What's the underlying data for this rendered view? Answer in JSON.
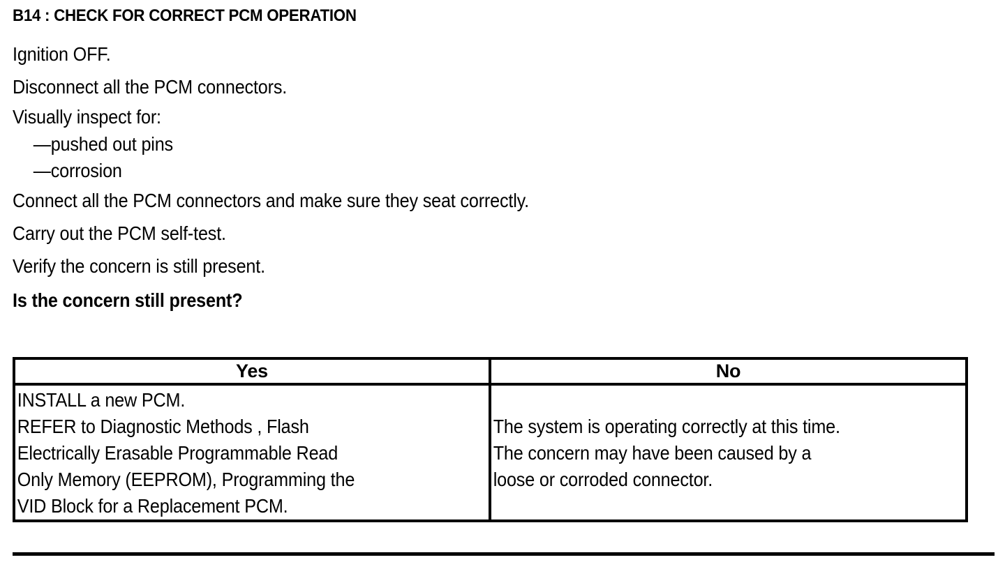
{
  "document": {
    "step_heading": "B14 : CHECK FOR CORRECT PCM OPERATION",
    "instructions": [
      "Ignition OFF.",
      "Disconnect all the PCM connectors.",
      "Visually inspect for:",
      "—pushed out pins",
      "—corrosion",
      "Connect all the PCM connectors and make sure they seat correctly.",
      "Carry out the PCM self-test.",
      "Verify the concern is still present."
    ],
    "question": "Is the concern still present?"
  },
  "decision_table": {
    "headers": {
      "yes": "Yes",
      "no": "No"
    },
    "cells": {
      "yes": "INSTALL a new PCM.\nREFER to Diagnostic Methods , Flash\nElectrically Erasable Programmable Read\nOnly Memory  (EEPROM), Programming the\nVID Block for a Replacement PCM.",
      "no": "The system is operating correctly at this time.\nThe concern may have been caused by a\nloose or corroded connector."
    }
  },
  "colors": {
    "ink": "#000000",
    "paper": "#ffffff"
  }
}
